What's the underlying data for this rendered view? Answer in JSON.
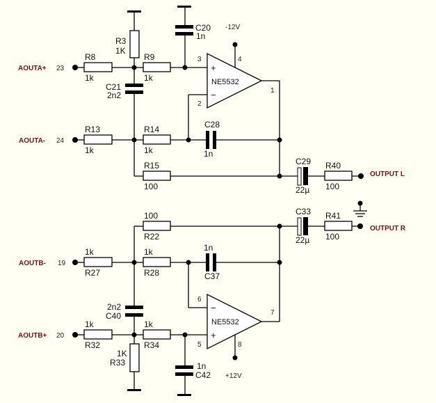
{
  "schematic": {
    "colors": {
      "background": "#fffff4",
      "net_label": "#7a1010",
      "wire": "#000000"
    },
    "nets": {
      "aouta_plus": {
        "label": "AOUTA+",
        "pin": "23"
      },
      "aouta_minus": {
        "label": "AOUTA-",
        "pin": "24"
      },
      "aoutb_minus": {
        "label": "AOUTB-",
        "pin": "19"
      },
      "aoutb_plus": {
        "label": "AOUTB+",
        "pin": "20"
      },
      "output_l": {
        "label": "OUTPUT L"
      },
      "output_r": {
        "label": "OUTPUT R"
      }
    },
    "supplies": {
      "neg": "-12V",
      "pos": "+12V"
    },
    "opamps": {
      "a": {
        "part": "NE5532",
        "pin_plus": "3",
        "pin_minus": "2",
        "pin_out": "1",
        "pin_supply": "4",
        "sign_plus": "+",
        "sign_minus": "−"
      },
      "b": {
        "part": "NE5532",
        "pin_plus": "5",
        "pin_minus": "6",
        "pin_out": "7",
        "pin_supply": "8",
        "sign_plus": "+",
        "sign_minus": "−"
      }
    },
    "components": {
      "R8": {
        "ref": "R8",
        "value": "1k"
      },
      "R3": {
        "ref": "R3",
        "value": "1K"
      },
      "R9": {
        "ref": "R9",
        "value": "1k"
      },
      "C20": {
        "ref": "C20",
        "value": "1n"
      },
      "C21": {
        "ref": "C21",
        "value": "2n2"
      },
      "R13": {
        "ref": "R13",
        "value": "1k"
      },
      "R14": {
        "ref": "R14",
        "value": "1k"
      },
      "C28": {
        "ref": "C28",
        "value": "1n"
      },
      "R15": {
        "ref": "R15",
        "value": "100"
      },
      "C29": {
        "ref": "C29",
        "value": "22µ"
      },
      "R40": {
        "ref": "R40",
        "value": "100"
      },
      "R22": {
        "ref": "R22",
        "value": "100"
      },
      "C33": {
        "ref": "C33",
        "value": "22µ"
      },
      "R41": {
        "ref": "R41",
        "value": "100"
      },
      "R27": {
        "ref": "R27",
        "value": "1k"
      },
      "R28": {
        "ref": "R28",
        "value": "1k"
      },
      "C37": {
        "ref": "C37",
        "value": "1n"
      },
      "C40": {
        "ref": "C40",
        "value": "2n2"
      },
      "R32": {
        "ref": "R32",
        "value": "1k"
      },
      "R34": {
        "ref": "R34",
        "value": "1k"
      },
      "R33": {
        "ref": "R33",
        "value": "1K"
      },
      "C42": {
        "ref": "C42",
        "value": "1n"
      }
    }
  }
}
